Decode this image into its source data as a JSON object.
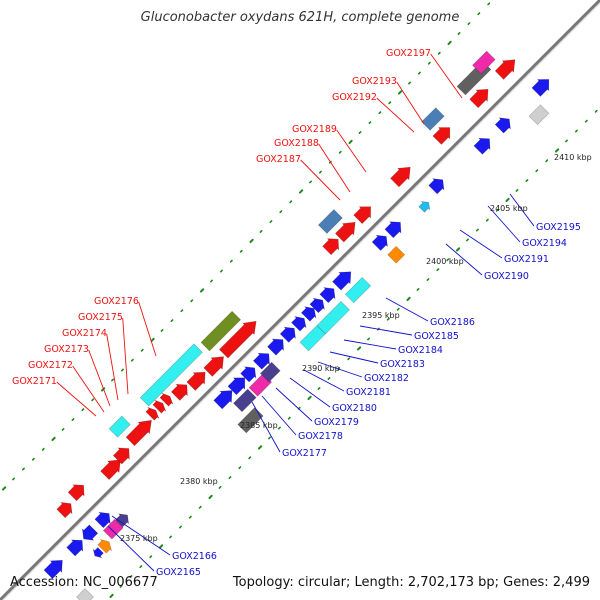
{
  "map": {
    "title": "Gluconobacter oxydans 621H, complete genome",
    "accession": "Accession: NC_006677",
    "topology": "Topology: circular; Length: 2,702,173 bp; Genes: 2,499"
  },
  "colors": {
    "ruler": "#777777",
    "red_label": "#ee1111",
    "blue_label": "#1111cc",
    "tick_dot": "#1a8a1a",
    "palette": {
      "red": "#ee1111",
      "blue": "#1a1aee",
      "cyan": "#33eeee",
      "olive": "#6f8f22",
      "gray": "#606060",
      "magenta": "#ee2aa8",
      "steel": "#4a7fb5",
      "orange": "#ff8a00",
      "purple": "#4a3f8e",
      "lightgray": "#cfcfcf",
      "skyblue": "#22bbee"
    }
  },
  "kbp_labels": [
    "2375 kbp",
    "2380 kbp",
    "2385 kbp",
    "2390 kbp",
    "2395 kbp",
    "2400 kbp",
    "2405 kbp",
    "2410 kbp"
  ],
  "upper_labels": [
    "GOX2171",
    "GOX2172",
    "GOX2173",
    "GOX2174",
    "GOX2175",
    "GOX2176",
    "GOX2187",
    "GOX2188",
    "GOX2189",
    "GOX2192",
    "GOX2193",
    "GOX2197"
  ],
  "lower_labels": [
    "GOX2165",
    "GOX2166",
    "GOX2177",
    "GOX2178",
    "GOX2179",
    "GOX2180",
    "GOX2181",
    "GOX2182",
    "GOX2183",
    "GOX2184",
    "GOX2185",
    "GOX2186",
    "GOX2190",
    "GOX2191",
    "GOX2194",
    "GOX2195"
  ]
}
